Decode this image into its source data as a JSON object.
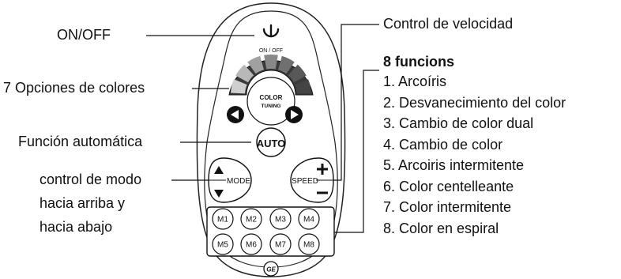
{
  "labels": {
    "on_off": "ON/OFF",
    "colors": "7 Opciones de colores",
    "auto_function": "Función automática",
    "mode_line1": "control de modo",
    "mode_line2": "hacia arriba y",
    "mode_line3": "hacia abajo",
    "speed_control": "Control de velocidad"
  },
  "functions": {
    "title": "8 funcions",
    "items": [
      "1. Arcoíris",
      "2. Desvanecimiento del color",
      "3. Cambio de color dual",
      "4. Cambio de color",
      "5. Arcoiris intermitente",
      "6. Color centelleante",
      "7. Color intermitente",
      "8. Color en espiral"
    ]
  },
  "remote": {
    "power_label": "ON / OFF",
    "color_label_1": "COLOR",
    "color_label_2": "TUNING",
    "auto_label": "AUTO",
    "mode_label": "MODE",
    "speed_label": "SPEED",
    "mode_buttons": [
      "M1",
      "M2",
      "M3",
      "M4",
      "M5",
      "M6",
      "M7",
      "M8"
    ],
    "logo": "GE"
  }
}
